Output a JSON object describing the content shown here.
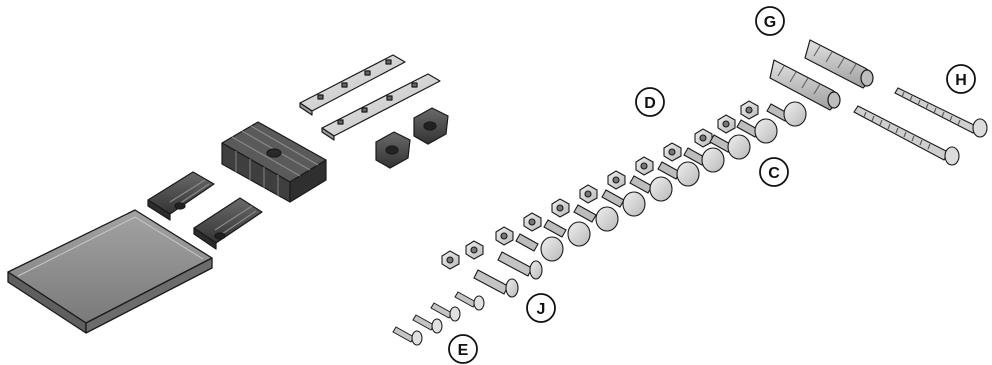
{
  "callouts": [
    {
      "id": "G",
      "label": "G"
    },
    {
      "id": "H",
      "label": "H"
    },
    {
      "id": "D",
      "label": "D"
    },
    {
      "id": "C",
      "label": "C"
    },
    {
      "id": "J",
      "label": "J"
    },
    {
      "id": "E",
      "label": "E"
    }
  ],
  "colors": {
    "outline": "#1a1a1a",
    "dark_plastic": "#4a4a4a",
    "mid_grey": "#9a9a9a",
    "light_metal": "#d9d9d9",
    "plate": "#8c8c8c",
    "plug": "#c8c8c8"
  }
}
